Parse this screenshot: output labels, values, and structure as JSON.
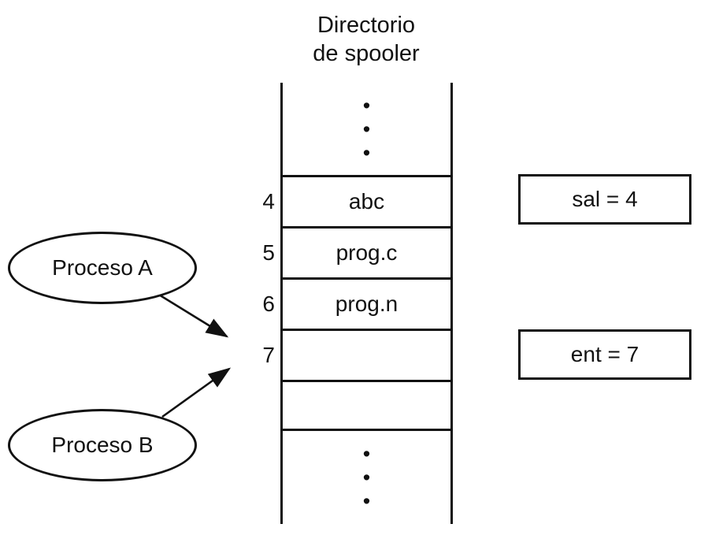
{
  "title": {
    "line1": "Directorio",
    "line2": "de spooler"
  },
  "spooler": {
    "ellipsis": "•\n•\n•",
    "rows": [
      {
        "index": "4",
        "value": "abc"
      },
      {
        "index": "5",
        "value": "prog.c"
      },
      {
        "index": "6",
        "value": "prog.n"
      },
      {
        "index": "7",
        "value": ""
      },
      {
        "index": "",
        "value": ""
      }
    ]
  },
  "processes": [
    {
      "label": "Proceso A"
    },
    {
      "label": "Proceso B"
    }
  ],
  "variables": [
    {
      "label": "sal = 4"
    },
    {
      "label": "ent = 7"
    }
  ],
  "colors": {
    "line": "#111111",
    "background": "#ffffff",
    "text": "#111111"
  }
}
